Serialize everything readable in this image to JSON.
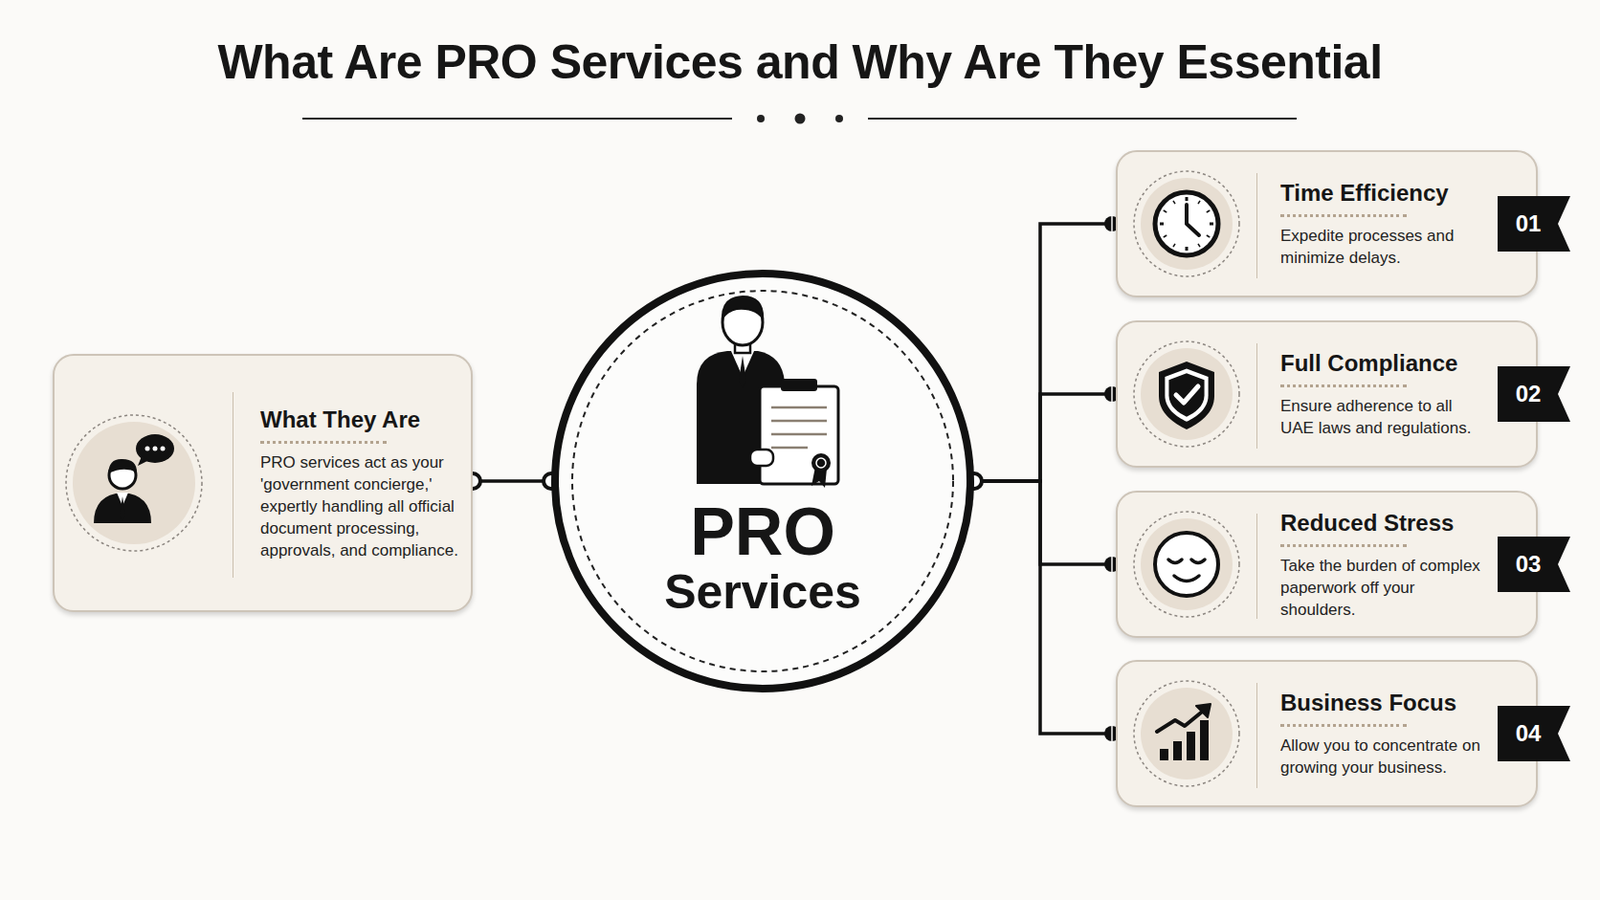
{
  "diagram": {
    "title": "What Are PRO Services and Why Are They Essential",
    "nodes": [
      {
        "text": [
          "What They Are",
          "PRO services act as your 'government concierge,' expertly handling all official document processing, approvals, and compliance."
        ]
      },
      {
        "text": [
          "PRO",
          "Services"
        ]
      },
      {
        "text": [
          "Time Efficiency",
          "Expedite processes and minimize delays."
        ]
      },
      {
        "text": [
          "Full Compliance",
          "Ensure adherence to all UAE laws and regulations."
        ]
      },
      {
        "text": [
          "Reduced Stress",
          "Take the burden of complex paperwork off your shoulders."
        ]
      },
      {
        "text": [
          "Business Focus",
          "Allow you to concentrate on growing your business."
        ]
      }
    ],
    "edges": [
      {
        "from": 0,
        "to": 1,
        "arrow": "none"
      },
      {
        "from": 1,
        "to": 2,
        "arrow": "none"
      },
      {
        "from": 1,
        "to": 3,
        "arrow": "none"
      },
      {
        "from": 1,
        "to": 4,
        "arrow": "none"
      },
      {
        "from": 1,
        "to": 5,
        "arrow": "none"
      }
    ],
    "labels": [
      "01",
      "02",
      "03",
      "04"
    ]
  }
}
